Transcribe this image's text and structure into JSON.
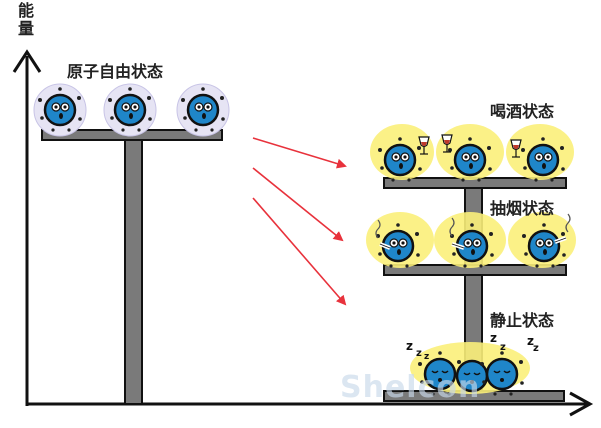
{
  "axis": {
    "label": "能量"
  },
  "states": {
    "free": "原子自由状态",
    "drinking": "喝酒状态",
    "smoking": "抽烟状态",
    "resting": "静止状态"
  },
  "snore": "z",
  "watermark": "Shelcon"
}
